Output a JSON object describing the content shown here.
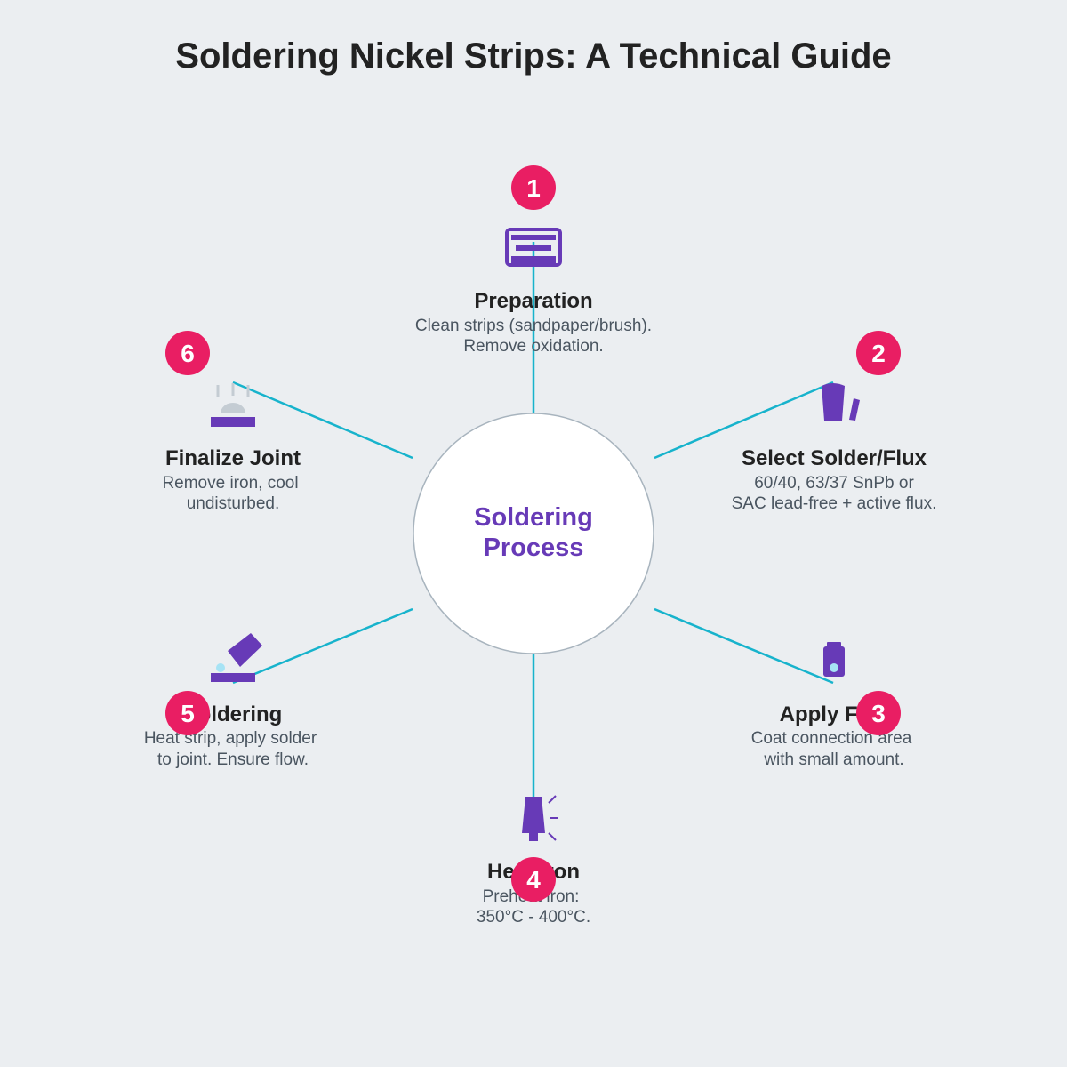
{
  "title": "Soldering Nickel Strips: A Technical Guide",
  "center": {
    "line1": "Soldering",
    "line2": "Process"
  },
  "colors": {
    "background": "#ebeef1",
    "connector": "#17b3cc",
    "badge": "#e91e63",
    "accent": "#673ab7",
    "center_border": "#a8b4be"
  },
  "steps": [
    {
      "number": "1",
      "title": "Preparation",
      "desc1": "Clean strips (sandpaper/brush).",
      "desc2": "Remove oxidation.",
      "icon": "cleaning-brush-icon"
    },
    {
      "number": "2",
      "title": "Select Solder/Flux",
      "desc1": "60/40, 63/37 SnPb or",
      "desc2": "SAC lead-free + active flux.",
      "icon": "solder-spool-icon"
    },
    {
      "number": "3",
      "title": "Apply Flux",
      "desc1": "Coat connection area",
      "desc2": "with small amount.",
      "icon": "flux-bottle-icon"
    },
    {
      "number": "4",
      "title": "Heat Iron",
      "desc1": "Preheat iron:",
      "desc2": "350°C - 400°C.",
      "icon": "soldering-iron-icon"
    },
    {
      "number": "5",
      "title": "Soldering",
      "desc1": "Heat strip, apply solder",
      "desc2": "to joint. Ensure flow.",
      "icon": "solder-joint-icon"
    },
    {
      "number": "6",
      "title": "Finalize Joint",
      "desc1": "Remove iron, cool",
      "desc2": "undisturbed.",
      "icon": "cooling-joint-icon"
    }
  ]
}
